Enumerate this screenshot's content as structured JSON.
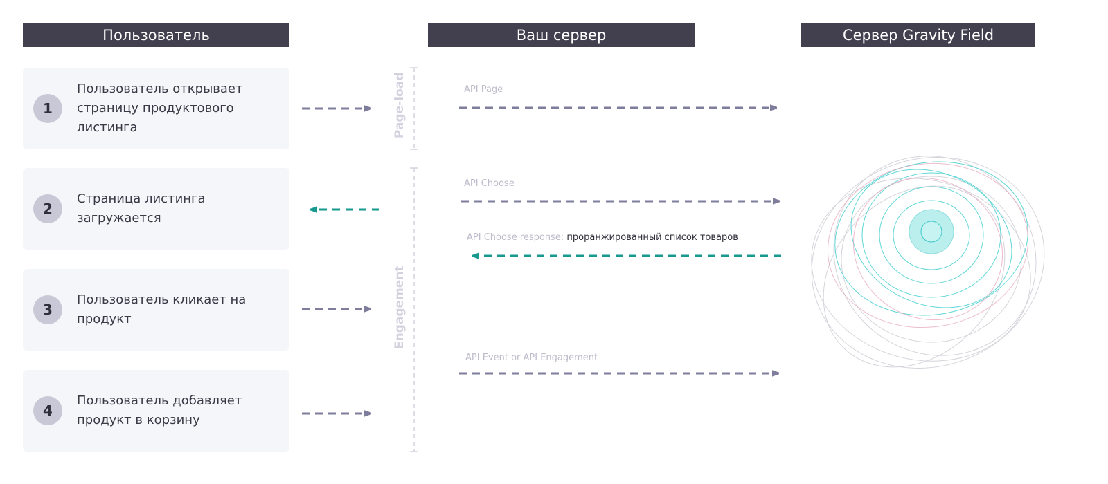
{
  "headers": {
    "user": "Пользователь",
    "server": "Ваш сервер",
    "gf": "Сервер Gravity Field"
  },
  "steps": [
    {
      "num": "1",
      "text": "Пользователь открывает страницу продуктового листинга"
    },
    {
      "num": "2",
      "text": "Страница листинга загружается"
    },
    {
      "num": "3",
      "text": "Пользователь кликает на продукт"
    },
    {
      "num": "4",
      "text": "Пользователь добавляет продукт в корзину"
    }
  ],
  "phases": {
    "pageload": "Page-load",
    "engagement": "Engagement"
  },
  "api": {
    "page": "API Page",
    "choose": "API Choose",
    "response_label": "API Choose response:",
    "response_text": "проранжированный список товаров",
    "event": "API Event or API Engagement"
  },
  "colors": {
    "header": "#42404f",
    "request": "#7f7d9c",
    "response": "#17998f"
  }
}
